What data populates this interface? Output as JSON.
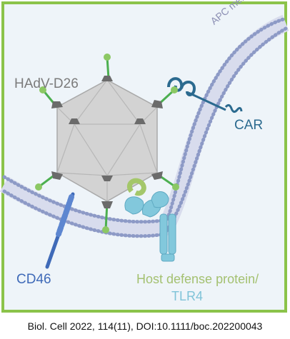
{
  "figure": {
    "labels": {
      "virus": "HAdV-D26",
      "membrane": "APC membrane",
      "car": "CAR",
      "cd46": "CD46",
      "host_defense": "Host defense protein/",
      "tlr4": "TLR4"
    },
    "colors": {
      "border": "#8bc34a",
      "background": "#eef4f9",
      "membrane_heads": "#8d9ac6",
      "capsid": "#d3d3d3",
      "fiber": "#4caf50",
      "knob": "#8cc864",
      "penton": "#6b6b6b",
      "car": "#2b6a8f",
      "cd46": "#3f6ab8",
      "tlr4": "#82c8dc",
      "host_defense": "#a4c76a"
    }
  },
  "citation": "Biol. Cell 2022, 114(11), DOI:10.1111/boc.202200043"
}
